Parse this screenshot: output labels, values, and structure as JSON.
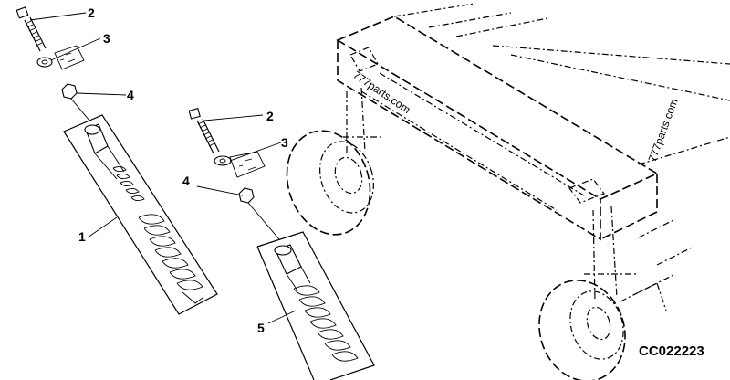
{
  "diagram": {
    "callouts": {
      "top_left_bolt": "2",
      "top_left_washer": "3",
      "top_left_nut": "4",
      "left_assembly": "1",
      "mid_bolt": "2",
      "mid_washer": "3",
      "mid_nut": "4",
      "mid_assembly": "5"
    },
    "watermarks": {
      "left": "777parts.com",
      "right": "777parts.com"
    },
    "figure_code": "CC022223"
  }
}
